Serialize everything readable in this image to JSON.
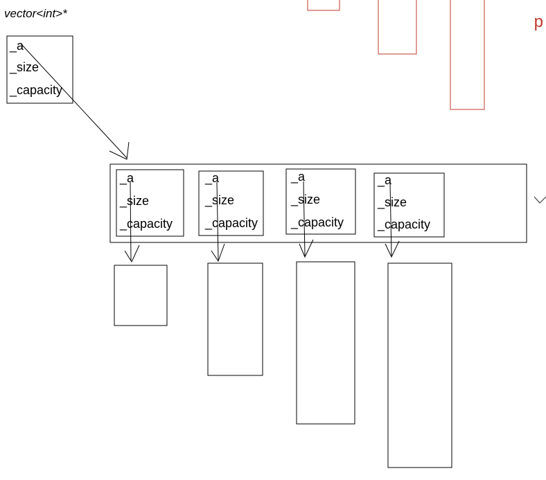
{
  "title": "vector<int>*",
  "pointer_box": {
    "fields": [
      "_a",
      "_size",
      "_capacity"
    ]
  },
  "outer_vector": {
    "elements": [
      {
        "fields": [
          "_a",
          "_size",
          "_capacity"
        ]
      },
      {
        "fields": [
          "_a",
          "_size",
          "_capacity"
        ]
      },
      {
        "fields": [
          "_a",
          "_size",
          "_capacity"
        ]
      },
      {
        "fields": [
          "_a",
          "_size",
          "_capacity"
        ]
      }
    ]
  },
  "corner_label": "p",
  "colors": {
    "ink": "#000000",
    "red": "#c0392b"
  }
}
